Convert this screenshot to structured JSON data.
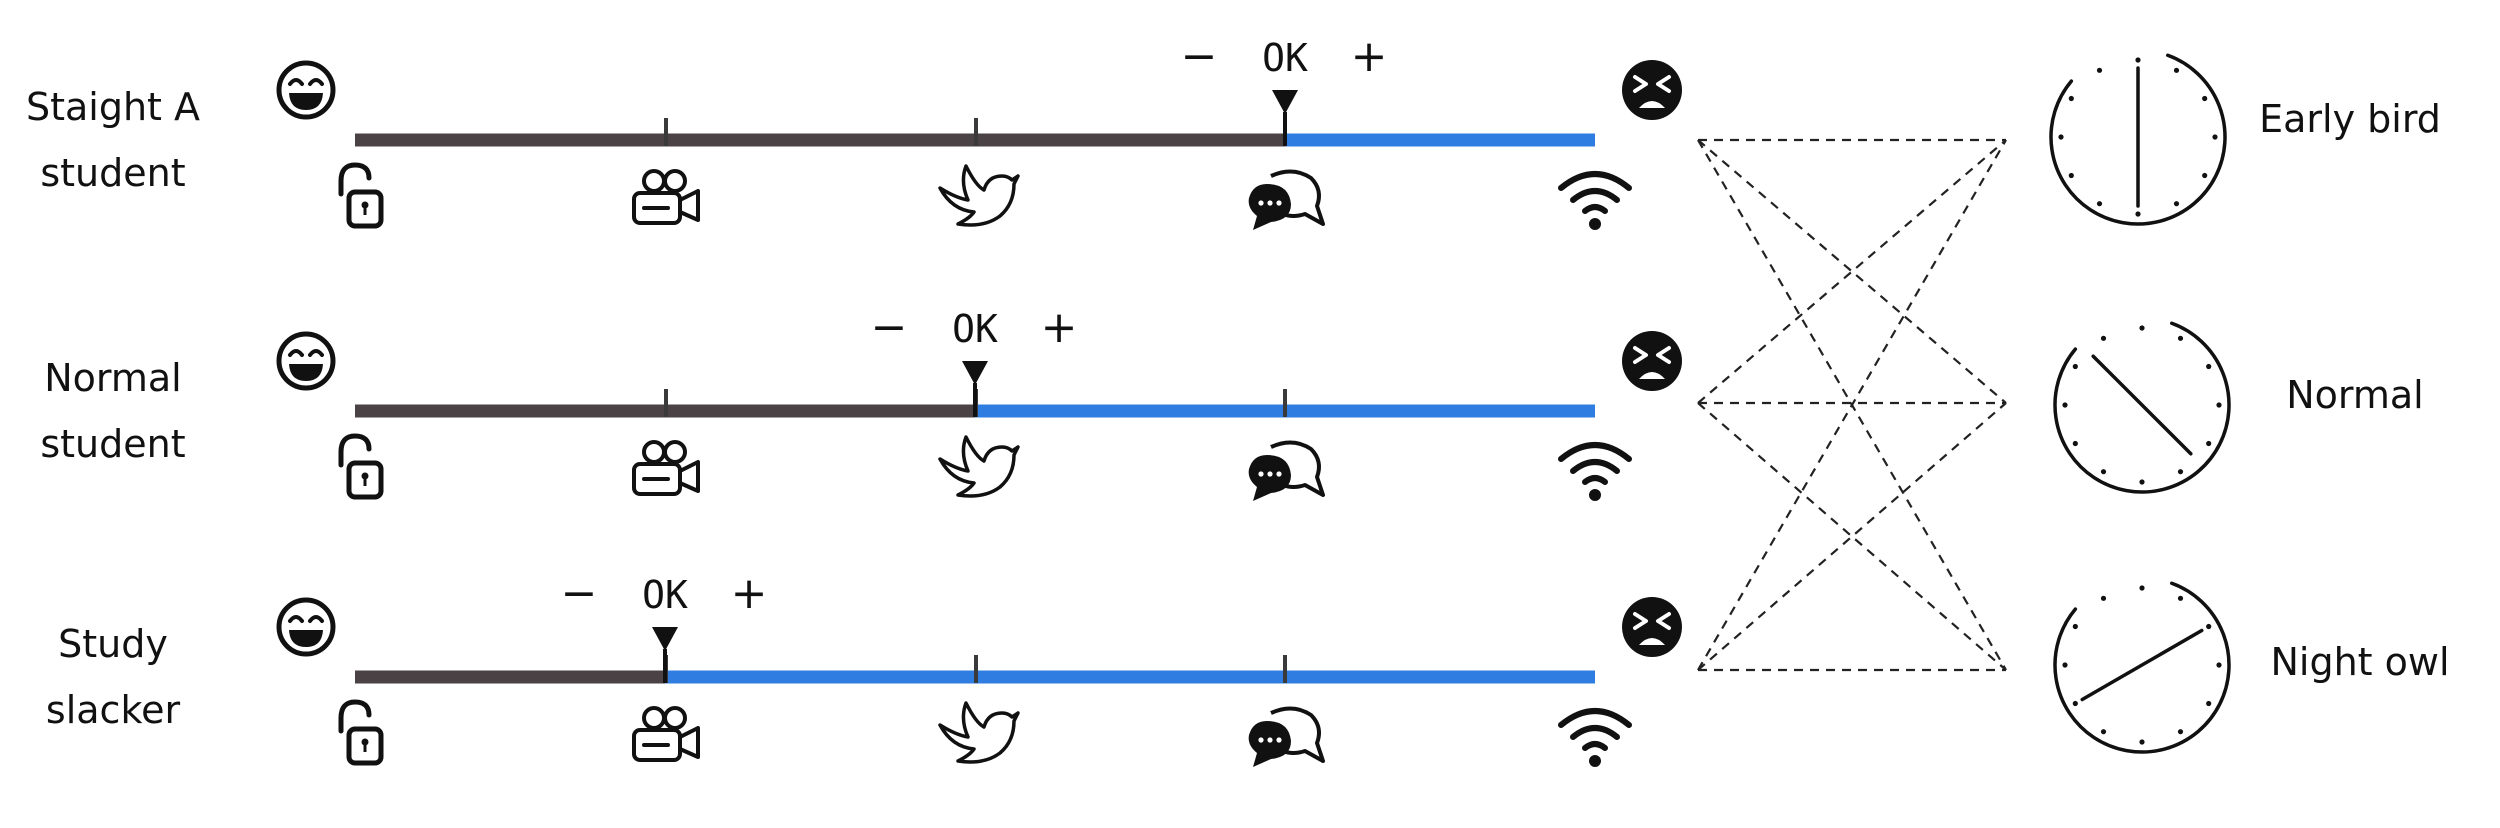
{
  "students": [
    {
      "line1": "Staight A",
      "line2": "student",
      "marker_level": 0.75
    },
    {
      "line1": "Normal",
      "line2": "student",
      "marker_level": 0.5
    },
    {
      "line1": "Study",
      "line2": "slacker",
      "marker_level": 0.25
    }
  ],
  "marker": {
    "text": "OK",
    "minus": "−",
    "plus": "+"
  },
  "chronotypes": [
    {
      "label": "Early bird",
      "hand_angle_deg": 0
    },
    {
      "label": "Normal",
      "hand_angle_deg": 135
    },
    {
      "label": "Night owl",
      "hand_angle_deg": 60
    }
  ],
  "scale_icons": [
    "lock-open-icon",
    "video-camera-icon",
    "bird-icon",
    "chat-bubbles-icon",
    "wifi-icon"
  ],
  "emoji_left": "grinning-face-icon",
  "emoji_right": "tired-face-icon",
  "colors": {
    "done": "#4a4244",
    "remaining": "#2f7de1",
    "ink": "#111111"
  }
}
